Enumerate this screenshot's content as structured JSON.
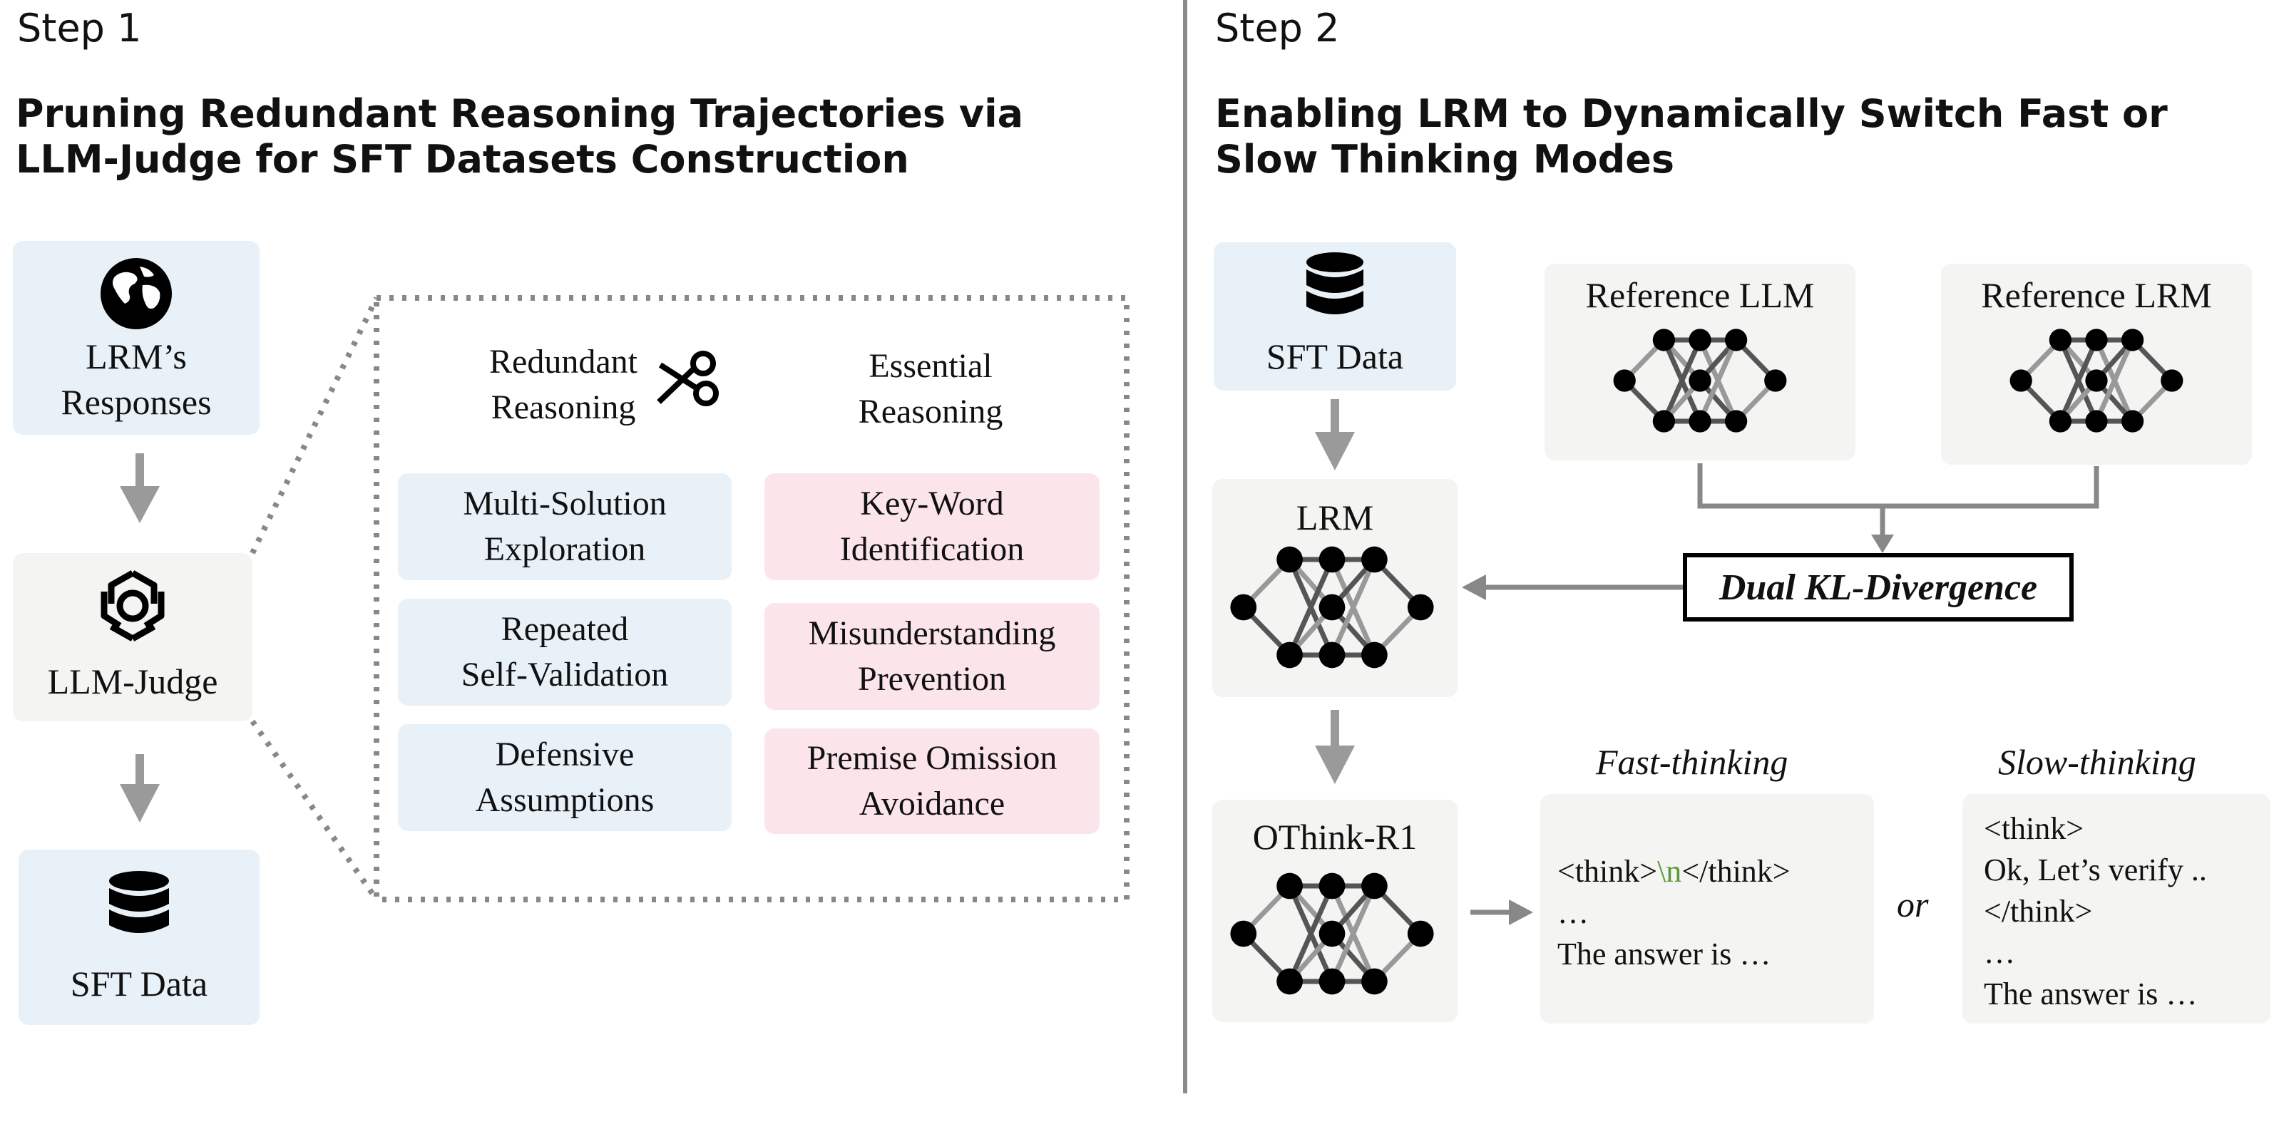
{
  "step1": {
    "step_label": "Step 1",
    "title": "Pruning Redundant Reasoning Trajectories via LLM-Judge for SFT Datasets Construction",
    "responses_label": "LRM’s\nResponses",
    "judge_label": "LLM-Judge",
    "sft_label": "SFT Data",
    "redundant_header": "Redundant\nReasoning",
    "essential_header": "Essential\nReasoning",
    "redundant_items": [
      "Multi-Solution\nExploration",
      "Repeated\nSelf-Validation",
      "Defensive\nAssumptions"
    ],
    "essential_items": [
      "Key-Word\nIdentification",
      "Misunderstanding\nPrevention",
      "Premise Omission\nAvoidance"
    ]
  },
  "step2": {
    "step_label": "Step 2",
    "title": "Enabling LRM to Dynamically Switch Fast or Slow Thinking Modes",
    "sft_label": "SFT Data",
    "ref_llm_label": "Reference LLM",
    "ref_lrm_label": "Reference LRM",
    "lrm_label": "LRM",
    "kl_label": "Dual KL-Divergence",
    "othink_label": "OThink-R1",
    "fast_label": "Fast-thinking",
    "slow_label": "Slow-thinking",
    "or_label": "or",
    "fast_text": {
      "open": "<think>",
      "newline": "\\n",
      "close": "</think>",
      "lines": [
        "…",
        "The answer is …"
      ]
    },
    "slow_text": [
      "<think>",
      "Ok, Let’s verify ..",
      "</think>",
      "…",
      "The answer is …"
    ]
  },
  "colors": {
    "blue_box": "#e8f0f8",
    "gray_box": "#f4f4f2",
    "pink_box": "#fbe5ea",
    "arrow": "#9a9a9a",
    "divider": "#8a8a8a",
    "newline_green": "#5a9a3a"
  },
  "icons": [
    "globe-icon",
    "database-icon",
    "openai-logo-icon",
    "scissors-icon",
    "neural-network-icon"
  ]
}
